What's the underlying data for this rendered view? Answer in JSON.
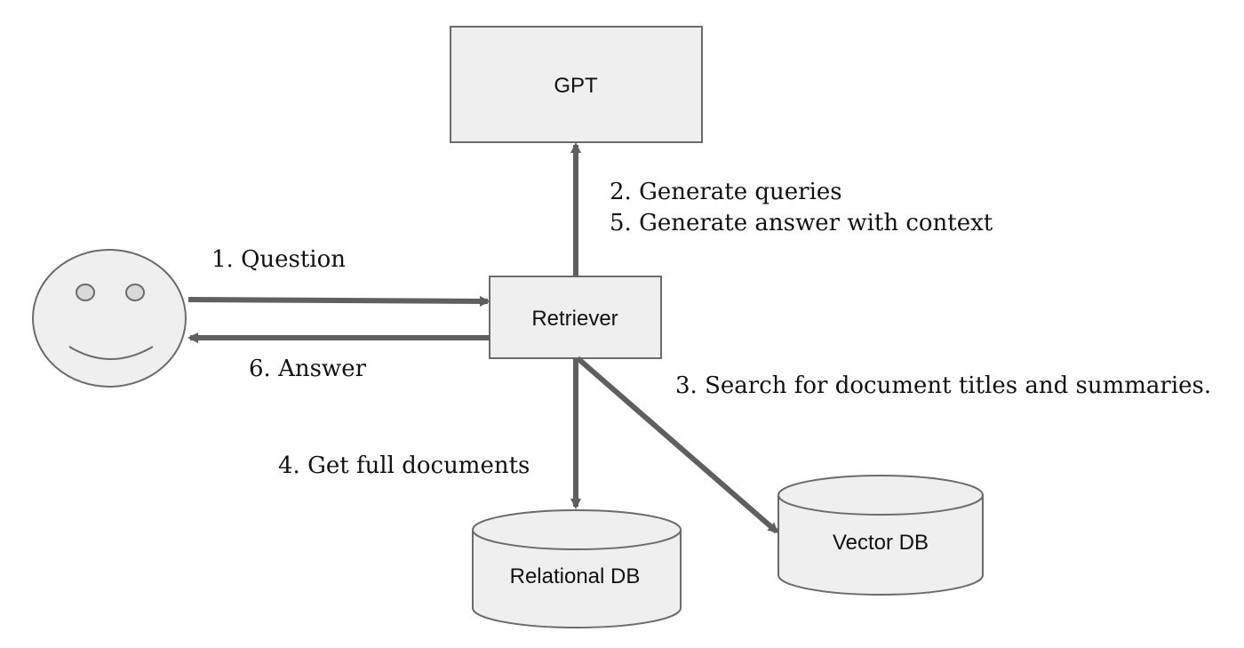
{
  "nodes": {
    "gpt": {
      "label": "GPT"
    },
    "retriever": {
      "label": "Retriever"
    },
    "relational_db": {
      "label": "Relational DB"
    },
    "vector_db": {
      "label": "Vector DB"
    }
  },
  "edges": {
    "question": "1. Question",
    "generate_queries": "2. Generate queries",
    "search": "3. Search for document titles and summaries.",
    "get_full_documents": "4. Get full documents",
    "generate_answer": "5. Generate answer with context",
    "answer": "6. Answer"
  },
  "colors": {
    "node_fill": "#efefef",
    "node_stroke": "#6b6b6b",
    "arrow": "#5f5f5f",
    "text": "#111111"
  },
  "icons": {
    "user": "smiley-face-icon"
  }
}
